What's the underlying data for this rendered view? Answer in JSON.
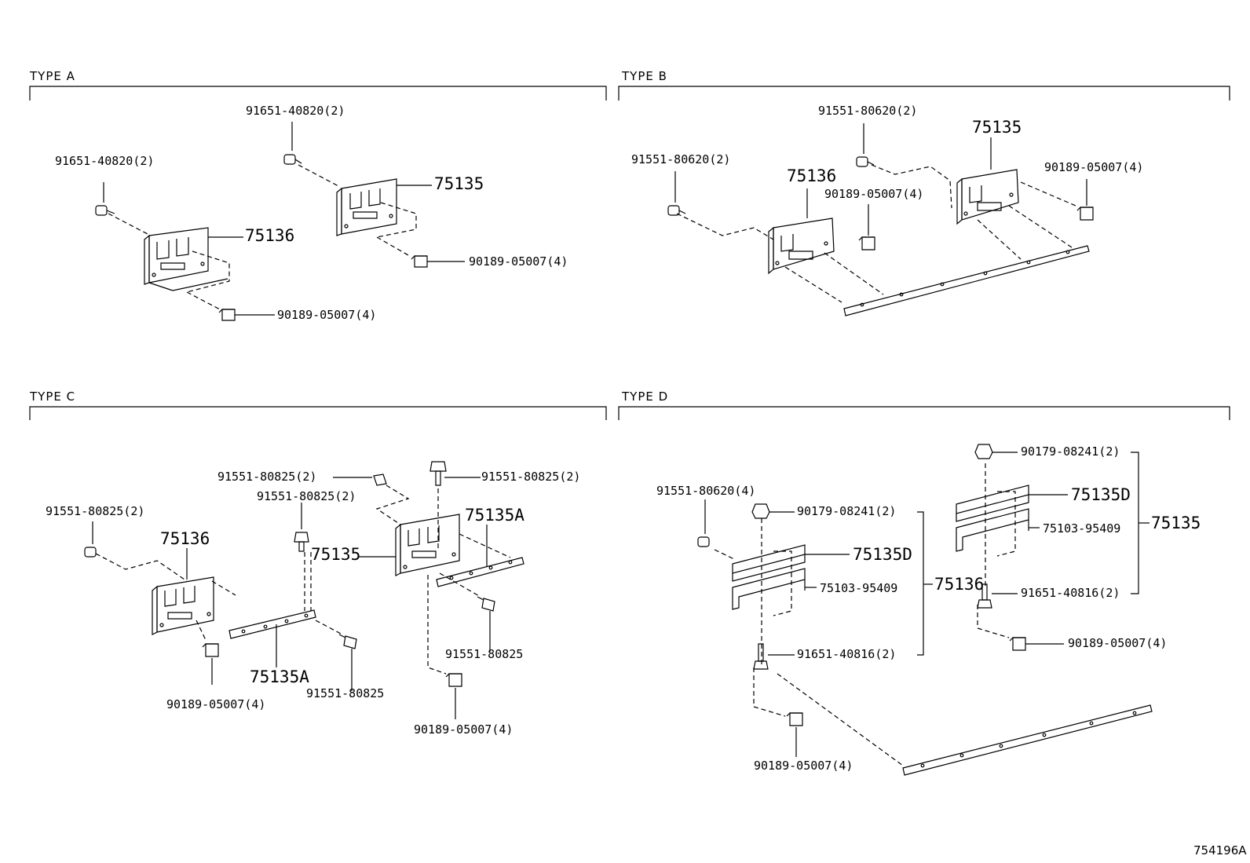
{
  "sections": {
    "a": {
      "title": "TYPE A",
      "labels": {
        "bolt_left": "91651-40820(2)",
        "bolt_right": "91651-40820(2)",
        "bracket_136": "75136",
        "bracket_135": "75135",
        "nut_right": "90189-05007(4)",
        "nut_left": "90189-05007(4)"
      }
    },
    "b": {
      "title": "TYPE B",
      "labels": {
        "bolt_left": "91551-80620(2)",
        "bolt_mid": "91551-80620(2)",
        "bracket_135": "75135",
        "bracket_136": "75136",
        "nut_mid": "90189-05007(4)",
        "nut_right": "90189-05007(4)"
      }
    },
    "c": {
      "title": "TYPE C",
      "labels": {
        "bolt_top_a": "91551-80825(2)",
        "bolt_top_b": "91551-80825(2)",
        "bolt_top_c": "91551-80825(2)",
        "bolt_left": "91551-80825(2)",
        "bracket_136": "75136",
        "bracket_135": "75135",
        "plate_right": "75135A",
        "plate_left": "75135A",
        "bolt_side_right": "91551-80825",
        "bolt_side_left": "91551-80825",
        "nut_left": "90189-05007(4)",
        "nut_right": "90189-05007(4)"
      }
    },
    "d": {
      "title": "TYPE D",
      "labels": {
        "bolt_left": "91551-80620(4)",
        "nut_top_left": "90179-08241(2)",
        "nut_top_right": "90179-08241(2)",
        "bracket_d_left": "75135D",
        "bracket_d_right": "75135D",
        "plate_left": "75103-95409",
        "plate_right": "75103-95409",
        "assy_136": "75136",
        "assy_135": "75135",
        "bolt_bottom_left": "91651-40816(2)",
        "bolt_bottom_right": "91651-40816(2)",
        "clip_right": "90189-05007(4)",
        "clip_left": "90189-05007(4)"
      }
    }
  },
  "figure_code": "754196A"
}
